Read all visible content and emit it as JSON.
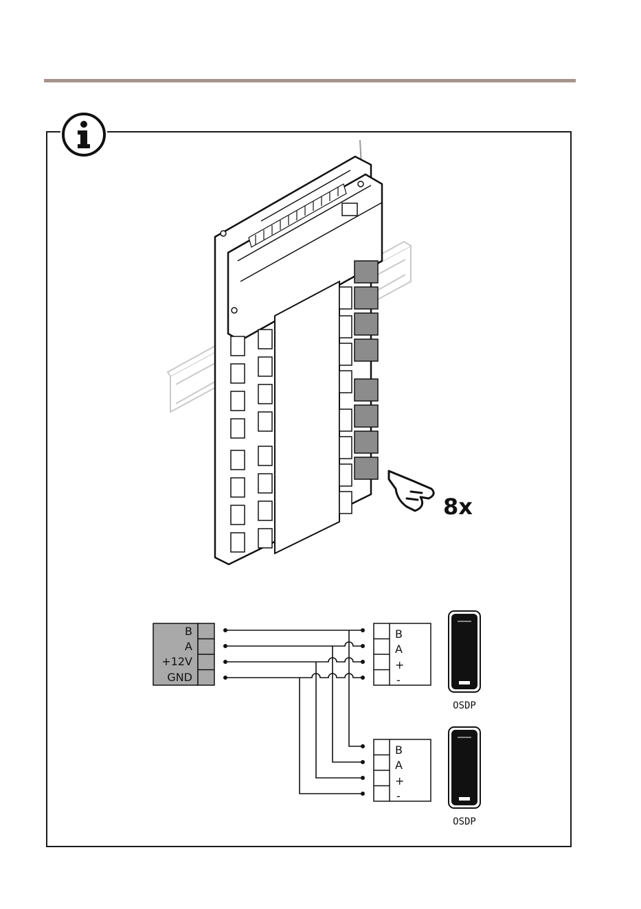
{
  "icons": {
    "info": "info-icon",
    "hand": "pointing-hand-icon",
    "reader": "card-reader-icon"
  },
  "colors": {
    "rule": "#a4948b",
    "frame": "#1a1a1a",
    "terminal_fill": "#a9a9a9",
    "connector_fill": "#8c8c8c"
  },
  "callout": {
    "multiplier": "8x"
  },
  "controller_terminal": {
    "pins": [
      "B",
      "A",
      "+12V",
      "GND"
    ]
  },
  "readers": [
    {
      "pins": [
        "B",
        "A",
        "+",
        "-"
      ],
      "label": "OSDP"
    },
    {
      "pins": [
        "B",
        "A",
        "+",
        "-"
      ],
      "label": "OSDP"
    }
  ]
}
